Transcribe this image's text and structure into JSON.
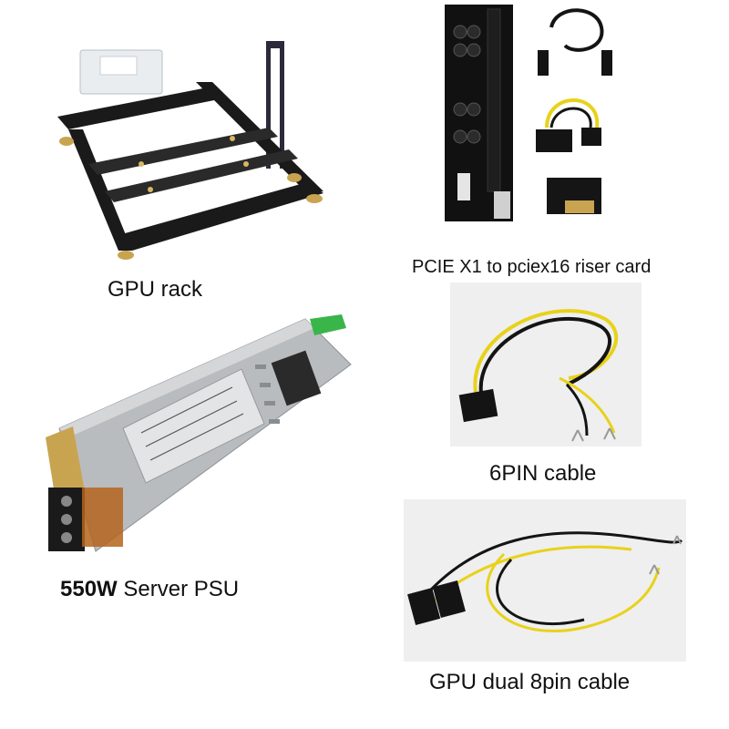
{
  "captions": {
    "gpu_rack": "GPU rack",
    "riser": "PCIE X1 to pciex16 riser card",
    "sixpin": "6PIN cable",
    "psu_watt": "550W",
    "psu_rest": " Server PSU",
    "dual8": "GPU dual 8pin cable"
  },
  "colors": {
    "frame_black": "#1a1a1a",
    "brass": "#c9a450",
    "cable_yellow": "#e8d21a",
    "cable_black": "#141414",
    "pcb_black": "#111111",
    "psu_silver": "#b9bcbf",
    "psu_green_latch": "#39b54a",
    "photo_bg_gray": "#efefef"
  },
  "icons": [
    "gpu-rack-frame",
    "riser-card",
    "usb-cable",
    "sata-6pin-adapter",
    "server-psu",
    "sixpin-cable",
    "dual-8pin-cable"
  ]
}
